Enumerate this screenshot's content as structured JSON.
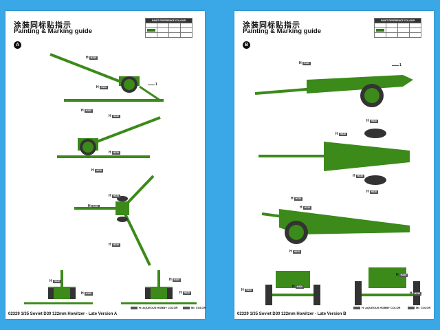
{
  "pages": [
    {
      "id": "A",
      "cn_title": "涂装同标贴指示",
      "en_title": "Painting & Marking guide",
      "badge": "A",
      "callout_prefix": "H",
      "callout_code": "H330",
      "footer": "02329 1/35 Soviet D30 122mm Howitzer - Late Version",
      "footer_badge": "A",
      "legend_left": "H: AQUEOUS HOBBY COLOR",
      "legend_right": "Mr. COLOR",
      "annot_1": "1"
    },
    {
      "id": "B",
      "cn_title": "涂装同标贴指示",
      "en_title": "Painting & Marking guide",
      "badge": "B",
      "callout_prefix": "H",
      "callout_code": "H330",
      "footer": "02329 1/35 Soviet D30 122mm Howitzer - Late Version",
      "footer_badge": "B",
      "legend_left": "H: AQUEOUS HOBBY COLOR",
      "legend_right": "Mr. COLOR",
      "annot_1": "1"
    }
  ],
  "colors": {
    "gun_green": "#3b8a1a",
    "gun_dark": "#2a5f12",
    "wheel": "#333333",
    "background": "#3aa7e6"
  },
  "ref_table": {
    "header": "PAINT REFERENCE COLOUR"
  }
}
